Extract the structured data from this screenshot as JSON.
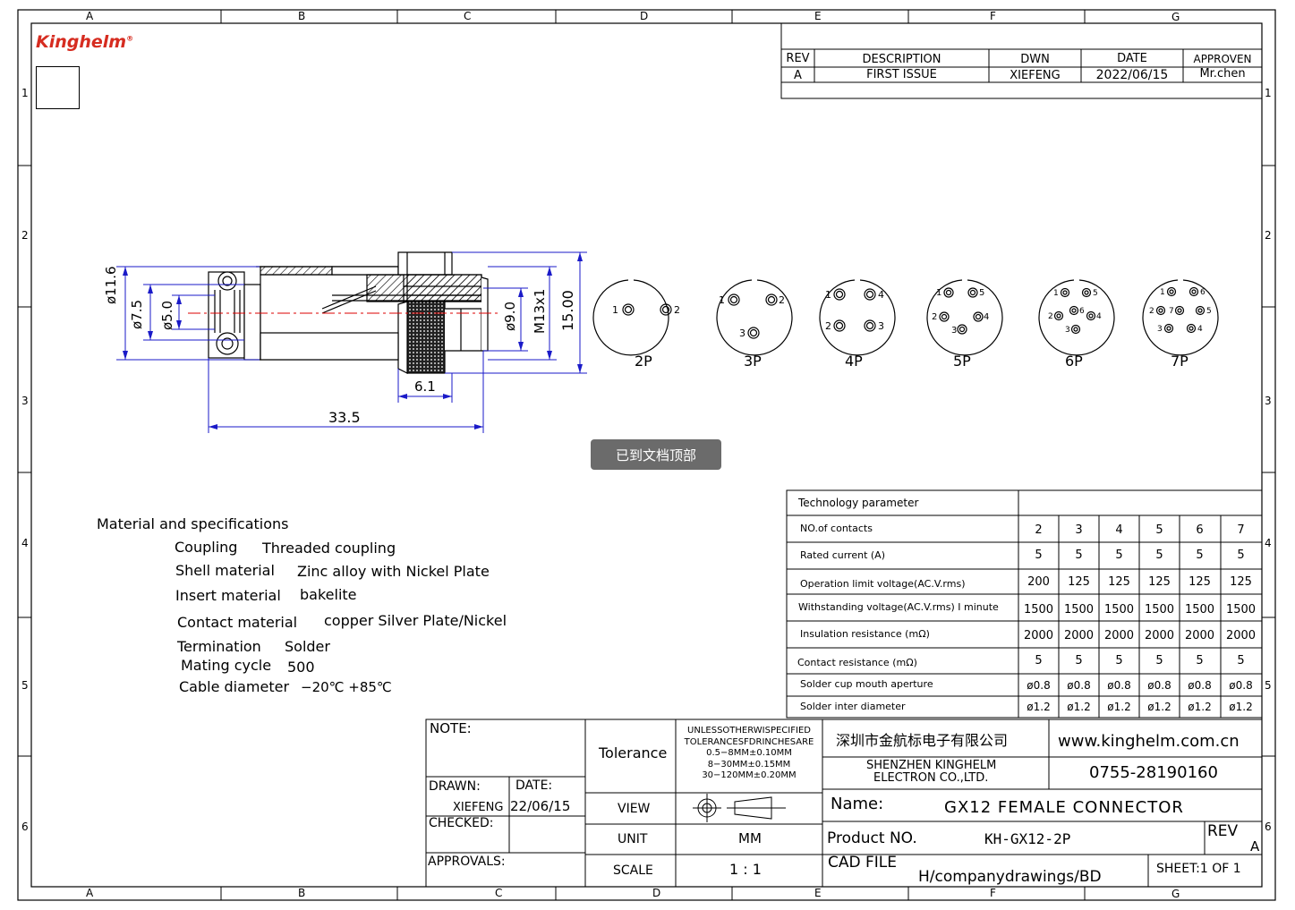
{
  "brand": {
    "logo_text": "Kinghelm",
    "registered_mark": "®"
  },
  "grid": {
    "columns": [
      "A",
      "B",
      "C",
      "D",
      "E",
      "F",
      "G"
    ],
    "rows": [
      "1",
      "2",
      "3",
      "4",
      "5",
      "6"
    ]
  },
  "revision": {
    "headers": [
      "REV",
      "DESCRIPTION",
      "DWN",
      "DATE",
      "APPROVEN"
    ],
    "row": [
      "A",
      "FIRST  ISSUE",
      "XIEFENG",
      "2022/06/15",
      "Mr.chen"
    ]
  },
  "dimensions": {
    "d1": "ø11.6",
    "d2": "ø7.5",
    "d3": "ø5.0",
    "d4": "ø9.0",
    "thread": "M13x1",
    "height": "15.00",
    "knurl_len": "6.1",
    "length": "33.5"
  },
  "pinouts": [
    {
      "label": "2P"
    },
    {
      "label": "3P"
    },
    {
      "label": "4P"
    },
    {
      "label": "5P"
    },
    {
      "label": "6P"
    },
    {
      "label": "7P"
    }
  ],
  "toast": {
    "text": "已到文档顶部"
  },
  "material": {
    "heading": "Material and specifications",
    "items": [
      {
        "k": "Coupling",
        "v": "Threaded coupling"
      },
      {
        "k": "Shell material",
        "v": "Zinc alloy with Nickel  Plate"
      },
      {
        "k": "Insert material",
        "v": "bakelite"
      },
      {
        "k": "Contact material",
        "v": "copper Silver  Plate/Nickel"
      },
      {
        "k": "Termination",
        "v": "Solder"
      },
      {
        "k": "Mating cycle",
        "v": "500"
      },
      {
        "k": "Cable diameter",
        "v": "−20℃ +85℃"
      }
    ]
  },
  "tech": {
    "title": "Technology parameter",
    "rows": [
      {
        "label": "NO.of contacts",
        "values": [
          "2",
          "3",
          "4",
          "5",
          "6",
          "7"
        ]
      },
      {
        "label": "Rated current (A)",
        "values": [
          "5",
          "5",
          "5",
          "5",
          "5",
          "5"
        ]
      },
      {
        "label": "Operation limit voltage(AC.V.rms)",
        "values": [
          "200",
          "125",
          "125",
          "125",
          "125",
          "125"
        ]
      },
      {
        "label": "Withstanding voltage(AC.V.rms) I minute",
        "values": [
          "1500",
          "1500",
          "1500",
          "1500",
          "1500",
          "1500"
        ]
      },
      {
        "label": "Insulation resistance (mΩ)",
        "values": [
          "2000",
          "2000",
          "2000",
          "2000",
          "2000",
          "2000"
        ]
      },
      {
        "label": "Contact resistance (mΩ)",
        "values": [
          "5",
          "5",
          "5",
          "5",
          "5",
          "5"
        ]
      },
      {
        "label": "Solder cup mouth aperture",
        "values": [
          "ø0.8",
          "ø0.8",
          "ø0.8",
          "ø0.8",
          "ø0.8",
          "ø0.8"
        ]
      },
      {
        "label": "Solder inter diameter",
        "values": [
          "ø1.2",
          "ø1.2",
          "ø1.2",
          "ø1.2",
          "ø1.2",
          "ø1.2"
        ]
      }
    ]
  },
  "titleblock": {
    "note": "NOTE:",
    "drawn_label": "DRAWN:",
    "drawn_value": "XIEFENG",
    "date_label": "DATE:",
    "date_value": "22/06/15",
    "checked_label": "CHECKED:",
    "approvals_label": "APPROVALS:",
    "tolerance_label": "Tolerance",
    "tolerance_lines": [
      "UNLESSOTHERWISPECIFIED",
      "TOLERANCESFDRINCHESARE",
      "0.5−8MM±0.10MM",
      "8−30MM±0.15MM",
      "30−120MM±0.20MM"
    ],
    "view_label": "VIEW",
    "unit_label": "UNIT",
    "unit_value": "MM",
    "scale_label": "SCALE",
    "scale_value": "1  :  1",
    "company_cn": "深圳市金航标电子有限公司",
    "website": "www.kinghelm.com.cn",
    "company_en_1": "SHENZHEN KINGHELM",
    "company_en_2": "ELECTRON CO.,LTD.",
    "phone": "0755-28190160",
    "name_label": "Name:",
    "name_value": "GX12  FEMALE  CONNECTOR",
    "product_label": "Product  NO.",
    "product_value": "KH-GX12-2P",
    "rev_label": "REV",
    "rev_value": "A",
    "cad_label": "CAD  FILE",
    "cad_value": "H/companydrawings/BD",
    "sheet": "SHEET:1  OF  1"
  }
}
